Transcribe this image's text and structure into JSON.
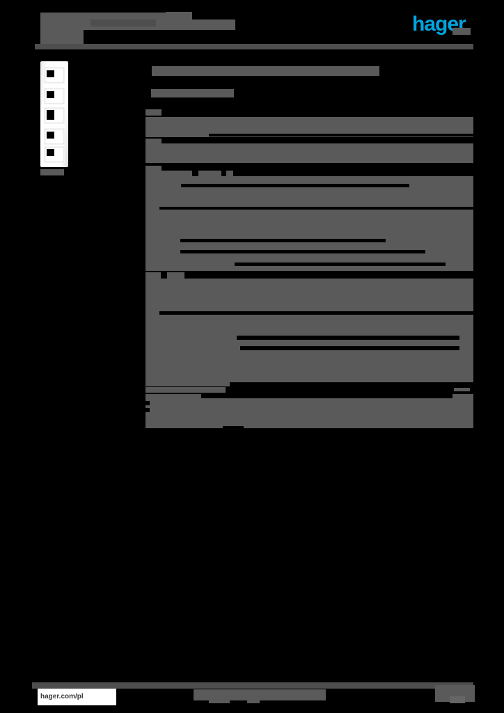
{
  "document": {
    "type": "product-datasheet",
    "brand": "hager",
    "brand_color": "#00a5e0",
    "page_background": "#000000",
    "redaction_color": "#5a5a5a",
    "redacted": true,
    "note_all_text_redacted": "All body text on this page is covered by solid gray redaction blocks; only the hager logo and the footer URL remain legible."
  },
  "header": {
    "title_line1": "",
    "title_line2": "",
    "title_line3": "",
    "logo_text": "hager",
    "divider": true
  },
  "product_image": {
    "alt": "white five-gang vertical switch frame",
    "gang_count": 5,
    "caption": ""
  },
  "content": {
    "section_title": "",
    "section_subtitle": "",
    "table": {
      "headers": [
        "",
        ""
      ],
      "rows": [
        {
          "label": "",
          "value": ""
        },
        {
          "label": "",
          "value": ""
        },
        {
          "label": "",
          "value": ""
        },
        {
          "label": "",
          "value": ""
        },
        {
          "label": "",
          "value": ""
        },
        {
          "label": "",
          "value": ""
        },
        {
          "label": "",
          "value": ""
        },
        {
          "label": "",
          "value": ""
        },
        {
          "label": "",
          "value": ""
        },
        {
          "label": "",
          "value": ""
        },
        {
          "label": "",
          "value": ""
        },
        {
          "label": "",
          "value": ""
        }
      ]
    }
  },
  "footer": {
    "url": "hager.com/pl",
    "center_text": "",
    "right_text": "",
    "divider": true
  }
}
